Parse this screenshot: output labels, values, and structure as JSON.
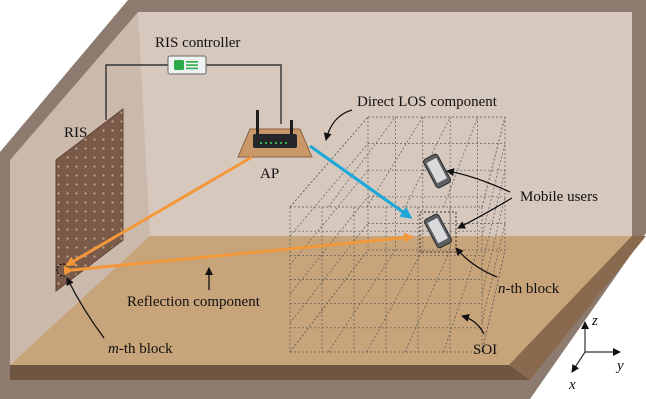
{
  "labels": {
    "ris_controller": "RIS controller",
    "ris": "RIS",
    "ap": "AP",
    "direct_los": "Direct LOS component",
    "mobile_users": "Mobile users",
    "reflection": "Reflection component",
    "n_block_italic": "n",
    "n_block_rest": "-th block",
    "m_block_italic": "m",
    "m_block_rest": "-th block",
    "soi": "SOI",
    "axis_x": "x",
    "axis_y": "y",
    "axis_z": "z"
  },
  "colors": {
    "outer_wall": "#8c7b6e",
    "back_wall": "#d7c8be",
    "floor": "#c8a47a",
    "floor_edge": "#6e5640",
    "reflection_arrow": "#f2983a",
    "los_arrow": "#1ea8d8",
    "ris_panel": "#7a5a48",
    "ap_base": "#c89868"
  }
}
